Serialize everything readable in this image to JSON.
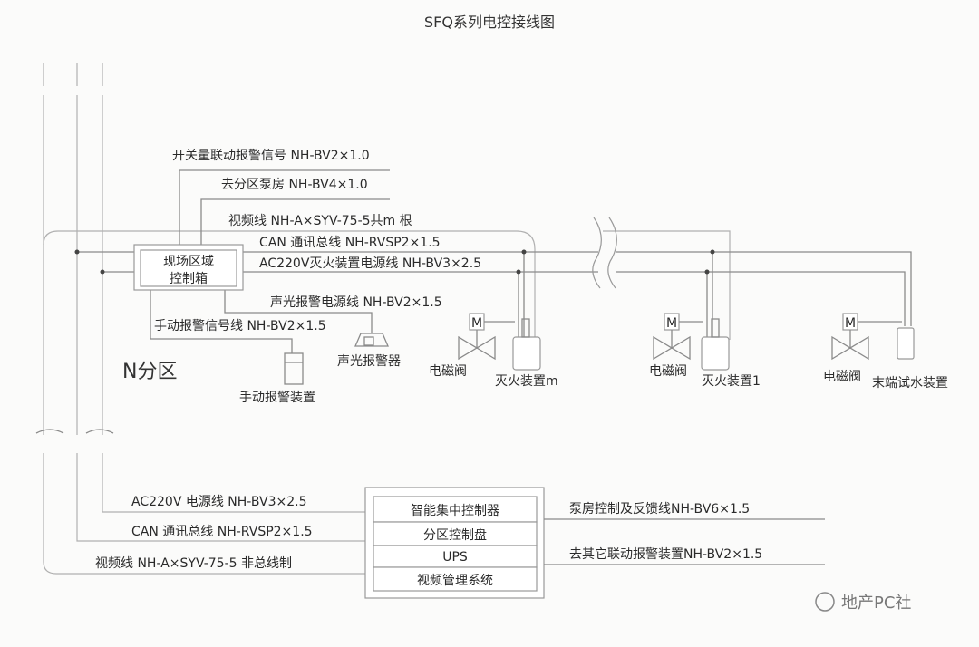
{
  "title": "SFQ系列电控接线图",
  "zone_label": "N分区",
  "field_box": {
    "line1": "现场区域",
    "line2": "控制箱"
  },
  "cables": {
    "switch_signal": "开关量联动报警信号 NH-BV2×1.0",
    "pump_room": "去分区泵房 NH-BV4×1.0",
    "video_m": "视频线 NH-A×SYV-75-5共m 根",
    "can_bus": "CAN 通讯总线   NH-RVSP2×1.5",
    "ac_power": "AC220V灭火装置电源线 NH-BV3×2.5",
    "alarm_power": "声光报警电源线 NH-BV2×1.5",
    "manual_signal": "手动报警信号线 NH-BV2×1.5"
  },
  "devices": {
    "sound_light_alarm": "声光报警器",
    "manual_alarm": "手动报警装置",
    "valve_m": "电磁阀",
    "extinguisher_m": "灭火装置m",
    "valve_1": "电磁阀",
    "extinguisher_1": "灭火装置1",
    "valve_end": "电磁阀",
    "end_test": "末端试水装置",
    "motor": "M"
  },
  "central": {
    "rows": [
      "智能集中控制器",
      "分区控制盘",
      "UPS",
      "视频管理系统"
    ],
    "ac_line": "AC220V  电源线  NH-BV3×2.5",
    "can_line": "CAN  通讯总线   NH-RVSP2×1.5",
    "video_line": "视频线  NH-A×SYV-75-5  非总线制",
    "pump_ctrl": "泵房控制及反馈线NH-BV6×1.5",
    "other_alarm": "去其它联动报警装置NH-BV2×1.5"
  },
  "watermark": "地产PC社"
}
